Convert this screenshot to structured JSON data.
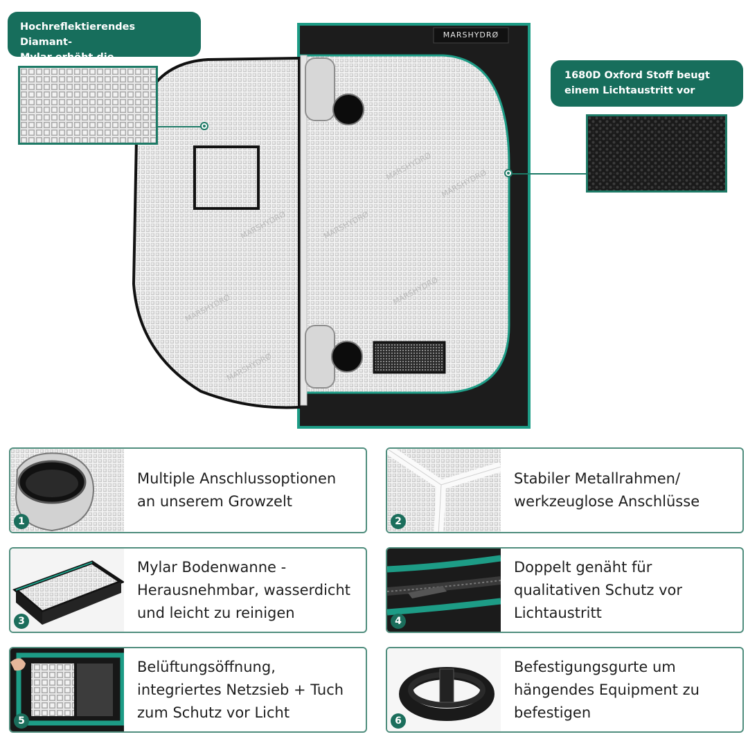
{
  "brand": {
    "logo_text": "MARSHYDRØ"
  },
  "callouts": {
    "mylar": {
      "line1": "Hochreflektierendes Diamant-",
      "line2": "Mylar erhöht die Lichteffizienz"
    },
    "oxford": {
      "line1": "1680D Oxford Stoff beugt",
      "line2": "einem Lichtaustritt vor"
    }
  },
  "features": [
    {
      "number": "1",
      "text": "Multiple Anschlussoptionen\nan unserem Growzelt"
    },
    {
      "number": "2",
      "text": "Stabiler Metallrahmen/\nwerkzeuglose Anschlüsse"
    },
    {
      "number": "3",
      "text": "Mylar Bodenwanne -\nHerausnehmbar, wasserdicht\nund leicht zu reinigen"
    },
    {
      "number": "4",
      "text": "Doppelt genäht für\nqualitativen Schutz vor\nLichtaustritt"
    },
    {
      "number": "5",
      "text": "Belüftungsöffnung,\nintegriertes Netzsieb + Tuch\nzum Schutz vor Licht"
    },
    {
      "number": "6",
      "text": "Befestigungsgurte um\nhängendes Equipment zu\nbefestigen"
    }
  ],
  "colors": {
    "accent": "#176e5c",
    "trim": "#1d9c86",
    "tent_black": "#1c1c1c"
  }
}
